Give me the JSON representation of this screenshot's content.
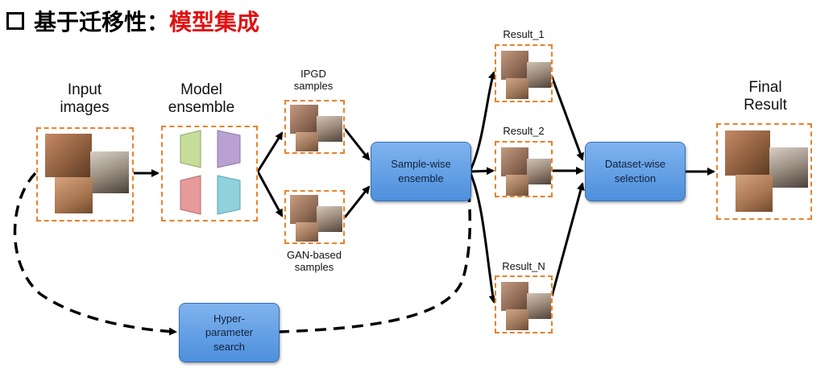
{
  "title": {
    "prefix": "基于迁移性：",
    "highlight": "模型集成"
  },
  "labels": {
    "input_line1": "Input",
    "input_line2": "images",
    "model_line1": "Model",
    "model_line2": "ensemble",
    "ipgd_line1": "IPGD",
    "ipgd_line2": "samples",
    "gan_line1": "GAN-based",
    "gan_line2": "samples",
    "result_1": "Result_1",
    "result_2": "Result_2",
    "result_n": "Result_N",
    "final_line1": "Final",
    "final_line2": "Result"
  },
  "boxes": {
    "sample_wise_line1": "Sample-wise",
    "sample_wise_line2": "ensemble",
    "dataset_wise_line1": "Dataset-wise",
    "dataset_wise_line2": "selection",
    "hyper_line1": "Hyper-",
    "hyper_line2": "parameter",
    "hyper_line3": "search"
  },
  "colors": {
    "title_red": "#e01010",
    "dashed_orange": "#e8822a",
    "box_blue": "#5b9be3",
    "trap_green": "#c6dd9a",
    "trap_purple": "#b9a2d2",
    "trap_red": "#e79a9a",
    "trap_cyan": "#8fd2dc"
  }
}
